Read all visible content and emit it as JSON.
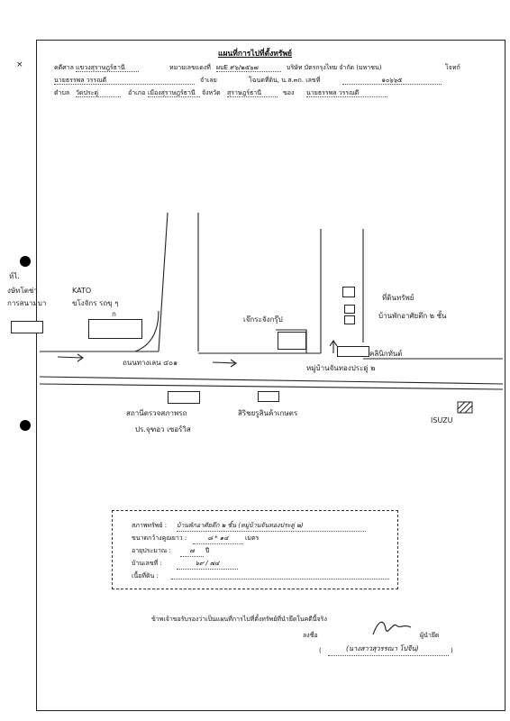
{
  "title": "แผนที่การไปที่ตั้งทรัพย์",
  "header": {
    "court_label": "คดีศาล",
    "court_value": "แขวงสุราษฎร์ธานี",
    "case_label": "หมายเลขแดงที่",
    "case_value": "ผบE ๙๖/๒๕๖๗",
    "plaintiff_value": "บริษัท บัตรกรุงไทย จำกัด (มหาชน)",
    "plaintiff_label": "โจทก์",
    "defendant_value": "นายธรรพล  วรรณดี",
    "defendant_label": "จำเลย",
    "deed_label": "โฉนดที่ดิน, น.ส.๓ก. เลขที่",
    "deed_value": "๑๐๖๖๕",
    "subdistrict_label": "ตำบล",
    "subdistrict_value": "วัดประดู่",
    "district_label": "อำเภอ",
    "district_value": "เมืองสุราษฎร์ธานี",
    "province_label": "จังหวัด",
    "province_value": "สุราษฎร์ธานี",
    "owner_label": "ของ",
    "owner_value": "นายธรรพล  วรรณดี"
  },
  "map": {
    "left_margin_lines": [
      "ห์ไ.",
      "งษัทโตช่า",
      "การสนามบา"
    ],
    "kato_line1": "KATO",
    "kato_line2": "ขโงจักร รถขุ ๆ",
    "kato_mark": "ก",
    "house_label_line1": "ที่ดินทรัพย์",
    "house_label_line2": "บ้านพักอาศัยตึก ๒ ชั้น",
    "shop_label": "เจ๊กระจังกรุ๊ป",
    "dentist_label": "คลินิกทันต์",
    "road_main": "ถนนทางเลน ๔๐๑",
    "village_label": "หมู่บ้านจันทองประดู่ ๒",
    "police_line1": "สถานีตรวจสภาพรถ",
    "police_line2": "ปร.จุฑอว เซอร์วิส",
    "coop_label": "สิริชยรูสินค้าเกษตร",
    "isuzu": "ISUZU"
  },
  "details": {
    "type_label": "สภาพทรัพย์ :",
    "type_value": "บ้านพักอาศัยตึก ๒ ชั้น  (หมู่บ้านจันทองประดู่ ๒)",
    "size_label": "ขนาดกว้างคูณยาว :",
    "size_value": "๘  *  ๑๔",
    "size_unit": "เมตร",
    "age_label": "อายุประมาณ :",
    "age_value": "๗",
    "age_unit": "ปี",
    "house_no_label": "บ้านเลขที่ :",
    "house_no_value": "๖๙ / ๗๔",
    "area_label": "เนื้อที่ดิน :",
    "area_value": ""
  },
  "certification": {
    "statement": "ข้าพเจ้าขอรับรองว่าเป็นแผนที่การไปที่ตั้งทรัพย์ที่นำยึดในคดีนี้จริง",
    "sign_label": "ลงชื่อ",
    "signature_role": "ผู้นำยึด",
    "signer_name": "(นางสาวสุวรรณา โปจีน)",
    "paren_open": "(",
    "paren_close": ")"
  }
}
